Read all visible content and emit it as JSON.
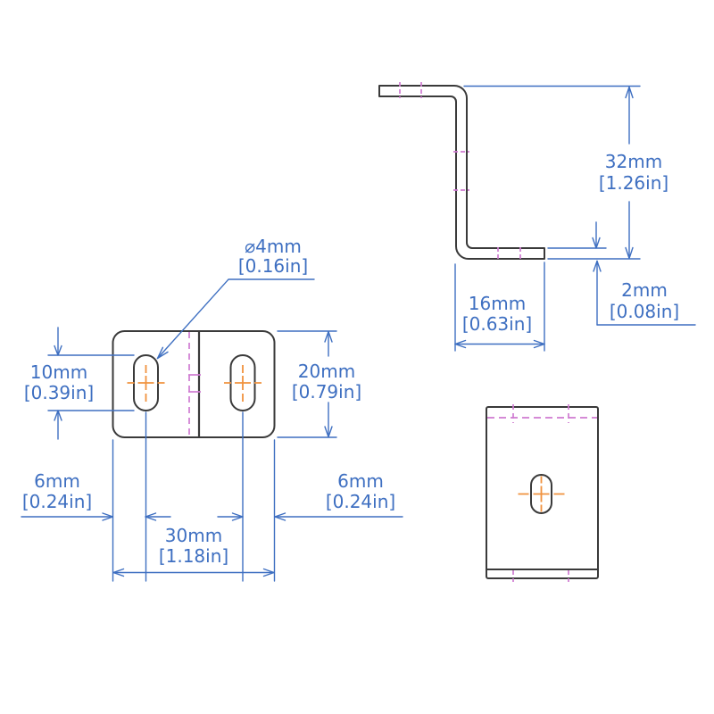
{
  "drawing": {
    "colors": {
      "dimension_blue": "#3e6fc1",
      "outline_dark": "#3a3a3a",
      "center_mark_orange": "#f0923e",
      "bend_line_magenta": "#cf7ad1",
      "background": "#ffffff"
    },
    "dimensions": {
      "hole_diameter": {
        "mm": "⌀4mm",
        "in": "[0.16in]"
      },
      "slot_length": {
        "mm": "10mm",
        "in": "[0.39in]"
      },
      "plate_height": {
        "mm": "20mm",
        "in": "[0.79in]"
      },
      "left_edge_to_slot": {
        "mm": "6mm",
        "in": "[0.24in]"
      },
      "right_edge_to_slot": {
        "mm": "6mm",
        "in": "[0.24in]"
      },
      "overall_width": {
        "mm": "30mm",
        "in": "[1.18in]"
      },
      "overall_height": {
        "mm": "32mm",
        "in": "[1.26in]"
      },
      "flange_depth": {
        "mm": "16mm",
        "in": "[0.63in]"
      },
      "material_thickness": {
        "mm": "2mm",
        "in": "[0.08in]"
      }
    }
  }
}
